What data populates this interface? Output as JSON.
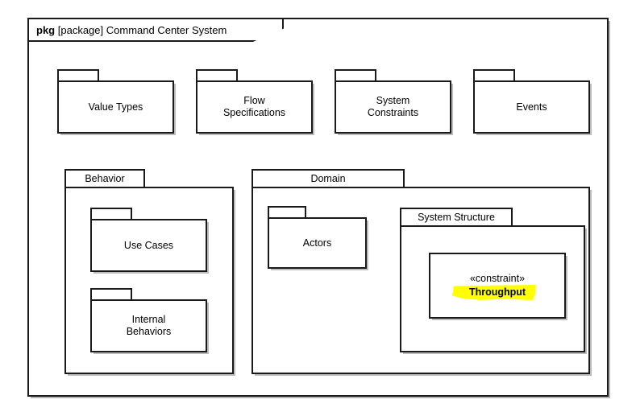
{
  "diagram": {
    "frame": {
      "keyword": "pkg",
      "type": "[package]",
      "name": "Command Center System",
      "header": "pkg [package] Command Center System"
    },
    "top_row": [
      {
        "name": "Value Types"
      },
      {
        "name": "Flow\nSpecifications"
      },
      {
        "name": "System\nConstraints"
      },
      {
        "name": "Events"
      }
    ],
    "behavior": {
      "name": "Behavior",
      "children": [
        {
          "name": "Use Cases"
        },
        {
          "name": "Internal\nBehaviors"
        }
      ]
    },
    "domain": {
      "name": "Domain",
      "children": [
        {
          "name": "Actors"
        }
      ],
      "system_structure": {
        "name": "System Structure",
        "constraint": {
          "stereotype": "«constraint»",
          "name": "Throughput",
          "highlight_color": "#ffff00"
        }
      }
    }
  }
}
